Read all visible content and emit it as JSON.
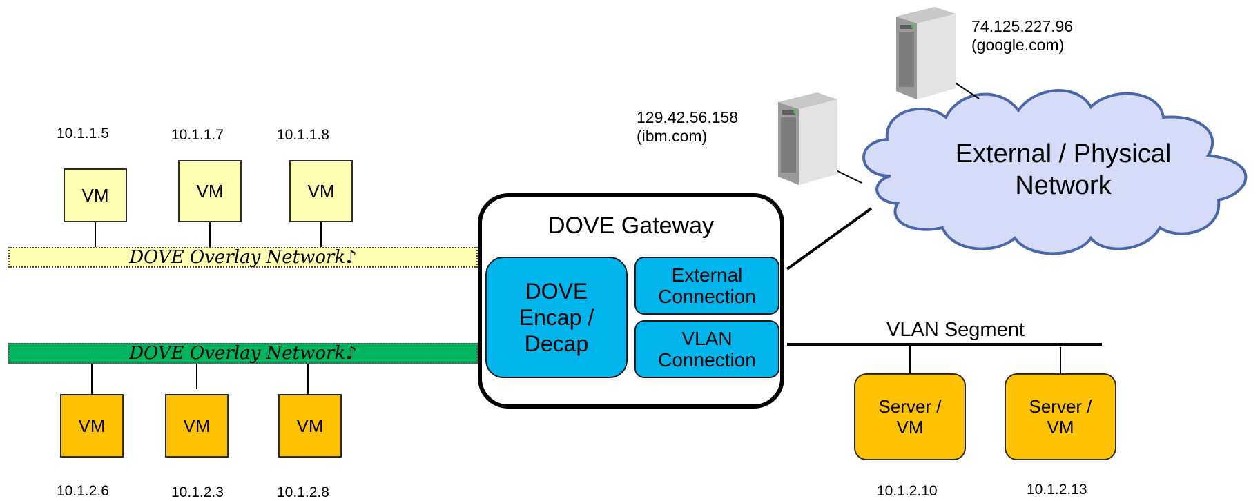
{
  "overlay_networks": {
    "top": {
      "label": "DOVE Overlay Network♪",
      "vms": [
        {
          "label": "VM",
          "ip": "10.1.1.5"
        },
        {
          "label": "VM",
          "ip": "10.1.1.7"
        },
        {
          "label": "VM",
          "ip": "10.1.1.8"
        }
      ]
    },
    "bottom": {
      "label": "DOVE Overlay Network♪",
      "vms": [
        {
          "label": "VM",
          "ip": "10.1.2.6"
        },
        {
          "label": "VM",
          "ip": "10.1.2.3"
        },
        {
          "label": "VM",
          "ip": "10.1.2.8"
        }
      ]
    }
  },
  "gateway": {
    "title": "DOVE Gateway",
    "encap": {
      "line1": "DOVE",
      "line2": "Encap /",
      "line3": "Decap"
    },
    "external_connection": {
      "line1": "External",
      "line2": "Connection"
    },
    "vlan_connection": {
      "line1": "VLAN",
      "line2": "Connection"
    }
  },
  "external_network": {
    "line1": "External / Physical",
    "line2": "Network",
    "servers": [
      {
        "ip": "129.42.56.158",
        "name": "(ibm.com)"
      },
      {
        "ip": "74.125.227.96",
        "name": "(google.com)"
      }
    ]
  },
  "vlan_segment": {
    "label": "VLAN Segment",
    "servers": [
      {
        "line1": "Server /",
        "line2": "VM",
        "ip": "10.1.2.10"
      },
      {
        "line1": "Server /",
        "line2": "VM",
        "ip": "10.1.2.13"
      }
    ]
  },
  "colors": {
    "vm_yellow": "#ffffb3",
    "vm_orange": "#ffc200",
    "overlay_green": "#00b35f",
    "gateway_blue": "#00b5ec",
    "cloud_fill": "#d6dcf7",
    "cloud_stroke": "#4a67a8"
  }
}
